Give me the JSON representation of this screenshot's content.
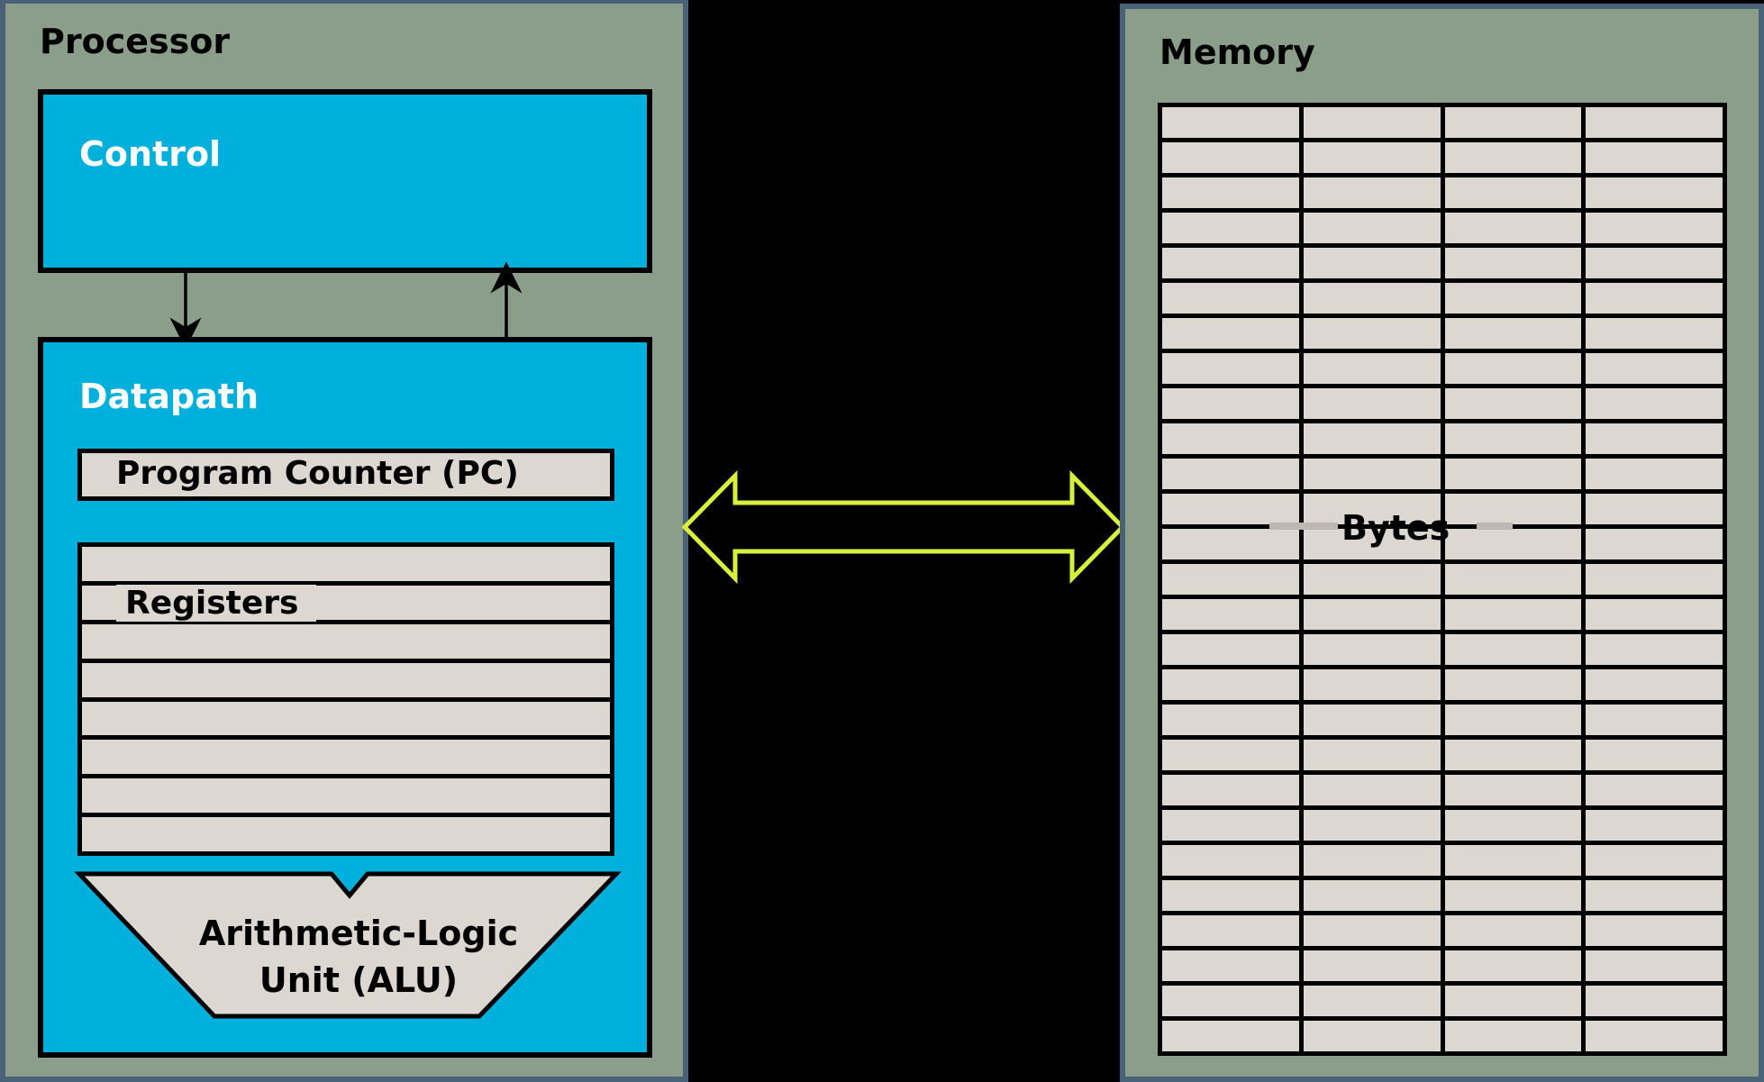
{
  "processor": {
    "title": "Processor",
    "control": {
      "title": "Control"
    },
    "datapath": {
      "title": "Datapath",
      "pc_label": "Program Counter (PC)",
      "registers_label": "Registers",
      "register_rows": 8,
      "alu_line1": "Arithmetic-Logic",
      "alu_line2": "Unit (ALU)"
    }
  },
  "memory": {
    "title": "Memory",
    "bytes_label": "Bytes",
    "columns": 4,
    "rows": 27
  },
  "colors": {
    "panel": "#8a9e89",
    "panel_border": "#4a6278",
    "box_blue": "#00b0dc",
    "cell_fill": "#ddd7d2",
    "bus_outline": "#d8f03c",
    "background": "#000000"
  }
}
